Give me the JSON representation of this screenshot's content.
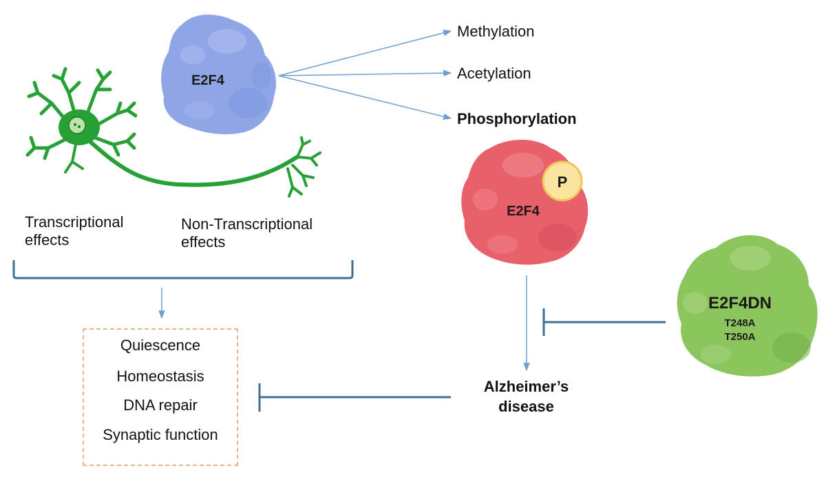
{
  "proteins": {
    "e2f4_top": "E2F4",
    "e2f4_phospho": "E2F4",
    "phospho_tag": "P",
    "dn_name": "E2F4DN",
    "dn_mut1": "T248A",
    "dn_mut2": "T250A"
  },
  "modifications": {
    "methylation": "Methylation",
    "acetylation": "Acetylation",
    "phosphorylation": "Phosphorylation"
  },
  "effects": {
    "transcriptional": [
      "Transcriptional",
      "effects"
    ],
    "non_transcriptional": [
      "Non-Transcriptional",
      "effects"
    ]
  },
  "outcomes": [
    "Quiescence",
    "Homeostasis",
    "DNA repair",
    "Synaptic function"
  ],
  "disease": [
    "Alzheimer’s",
    "disease"
  ],
  "colors": {
    "e2f4_blue": "#8fa6e6",
    "e2f4_red": "#e8606a",
    "e2f4dn_green": "#8cc45e",
    "phospho_yellow": "#fbe3a0",
    "neuron_green": "#27a036",
    "arrow_blue": "#6f9fd0",
    "bracket_blue": "#3d6f93",
    "dashed_box": "#e3b48f"
  }
}
